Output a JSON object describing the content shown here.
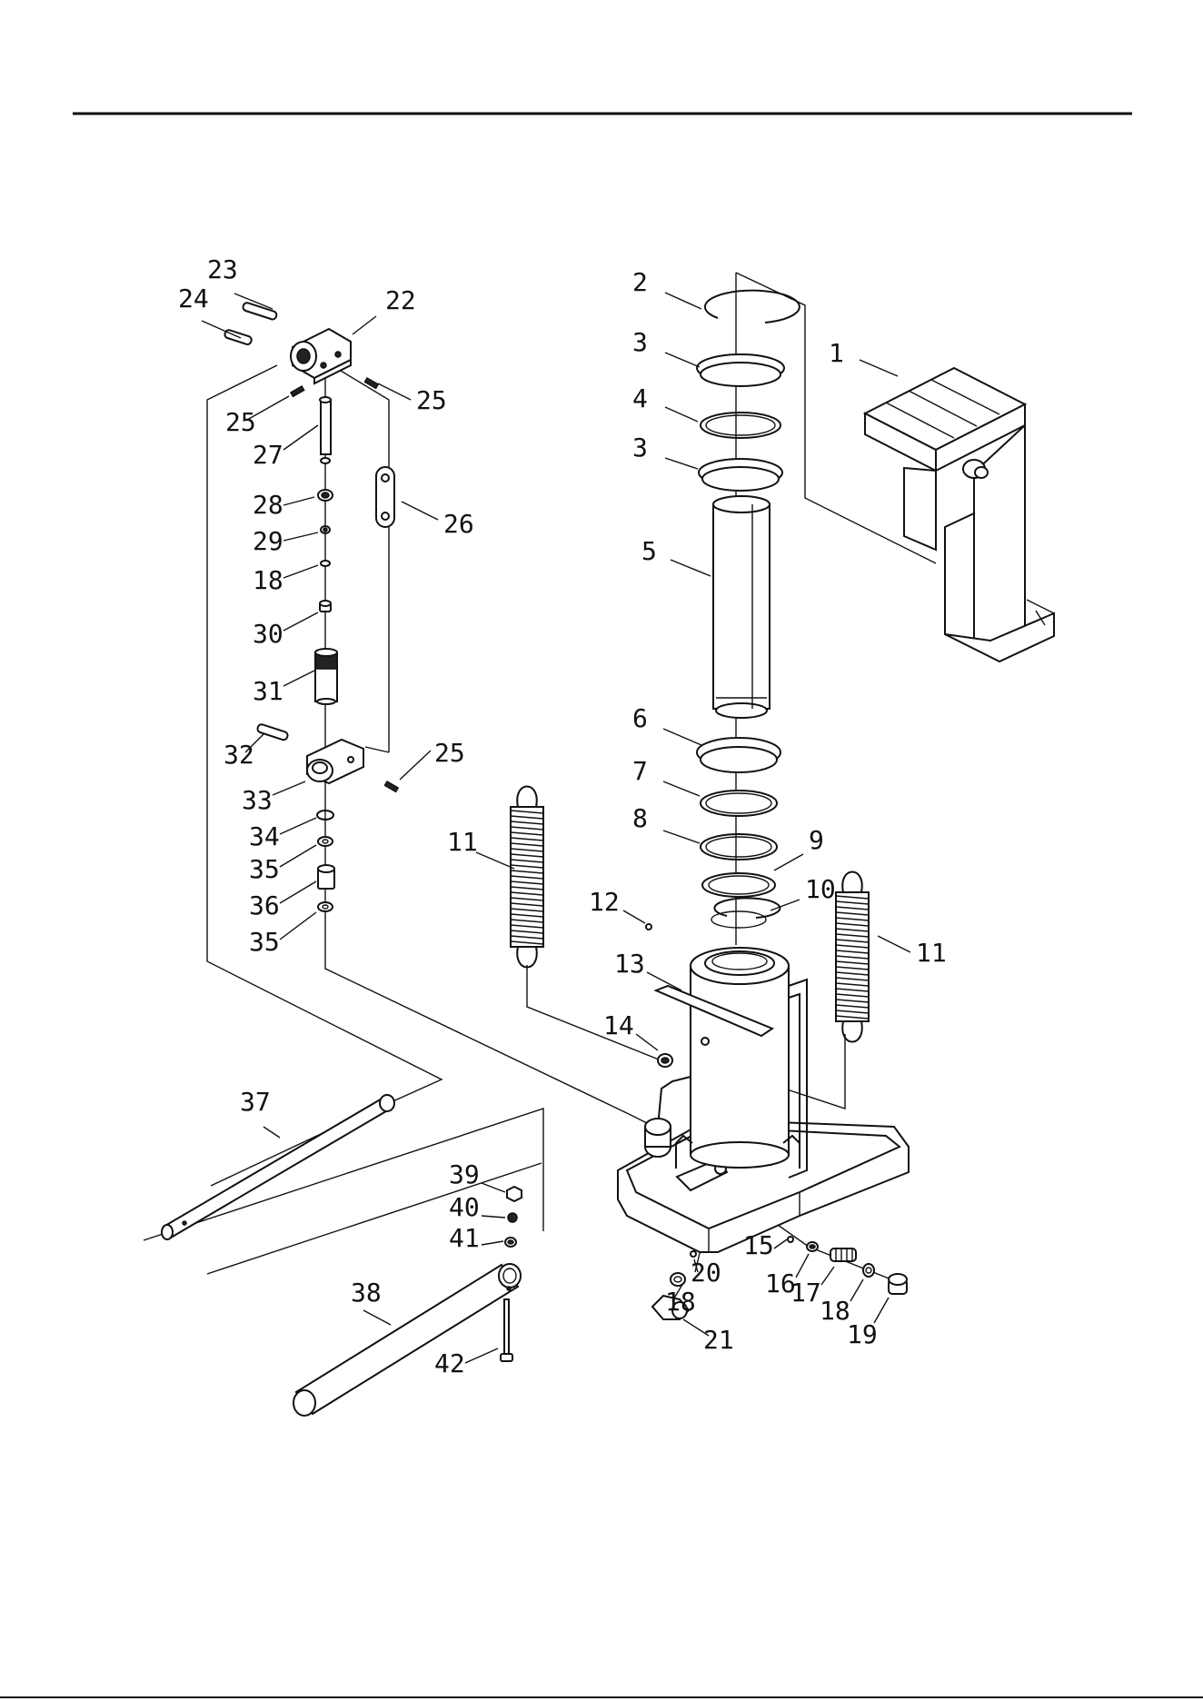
{
  "colors": {
    "ink": "#111111",
    "paper": "#ffffff"
  },
  "callouts": [
    {
      "id": "c23",
      "label": "23"
    },
    {
      "id": "c24",
      "label": "24"
    },
    {
      "id": "c22",
      "label": "22"
    },
    {
      "id": "c25a",
      "label": "25"
    },
    {
      "id": "c25b",
      "label": "25"
    },
    {
      "id": "c27",
      "label": "27"
    },
    {
      "id": "c28",
      "label": "28"
    },
    {
      "id": "c26",
      "label": "26"
    },
    {
      "id": "c29",
      "label": "29"
    },
    {
      "id": "c18a",
      "label": "18"
    },
    {
      "id": "c30",
      "label": "30"
    },
    {
      "id": "c31",
      "label": "31"
    },
    {
      "id": "c32",
      "label": "32"
    },
    {
      "id": "c25c",
      "label": "25"
    },
    {
      "id": "c33",
      "label": "33"
    },
    {
      "id": "c34",
      "label": "34"
    },
    {
      "id": "c35a",
      "label": "35"
    },
    {
      "id": "c36",
      "label": "36"
    },
    {
      "id": "c35b",
      "label": "35"
    },
    {
      "id": "c2",
      "label": "2"
    },
    {
      "id": "c3a",
      "label": "3"
    },
    {
      "id": "c4",
      "label": "4"
    },
    {
      "id": "c3b",
      "label": "3"
    },
    {
      "id": "c1",
      "label": "1"
    },
    {
      "id": "c5",
      "label": "5"
    },
    {
      "id": "c6",
      "label": "6"
    },
    {
      "id": "c7",
      "label": "7"
    },
    {
      "id": "c8",
      "label": "8"
    },
    {
      "id": "c9",
      "label": "9"
    },
    {
      "id": "c11a",
      "label": "11"
    },
    {
      "id": "c10",
      "label": "10"
    },
    {
      "id": "c12",
      "label": "12"
    },
    {
      "id": "c11b",
      "label": "11"
    },
    {
      "id": "c13",
      "label": "13"
    },
    {
      "id": "c14",
      "label": "14"
    },
    {
      "id": "c37",
      "label": "37"
    },
    {
      "id": "c39",
      "label": "39"
    },
    {
      "id": "c40",
      "label": "40"
    },
    {
      "id": "c41",
      "label": "41"
    },
    {
      "id": "c15",
      "label": "15"
    },
    {
      "id": "c16",
      "label": "16"
    },
    {
      "id": "c20",
      "label": "20"
    },
    {
      "id": "c17",
      "label": "17"
    },
    {
      "id": "c18b",
      "label": "18"
    },
    {
      "id": "c19",
      "label": "19"
    },
    {
      "id": "c18c",
      "label": "18"
    },
    {
      "id": "c38",
      "label": "38"
    },
    {
      "id": "c21",
      "label": "21"
    },
    {
      "id": "c42",
      "label": "42"
    }
  ]
}
